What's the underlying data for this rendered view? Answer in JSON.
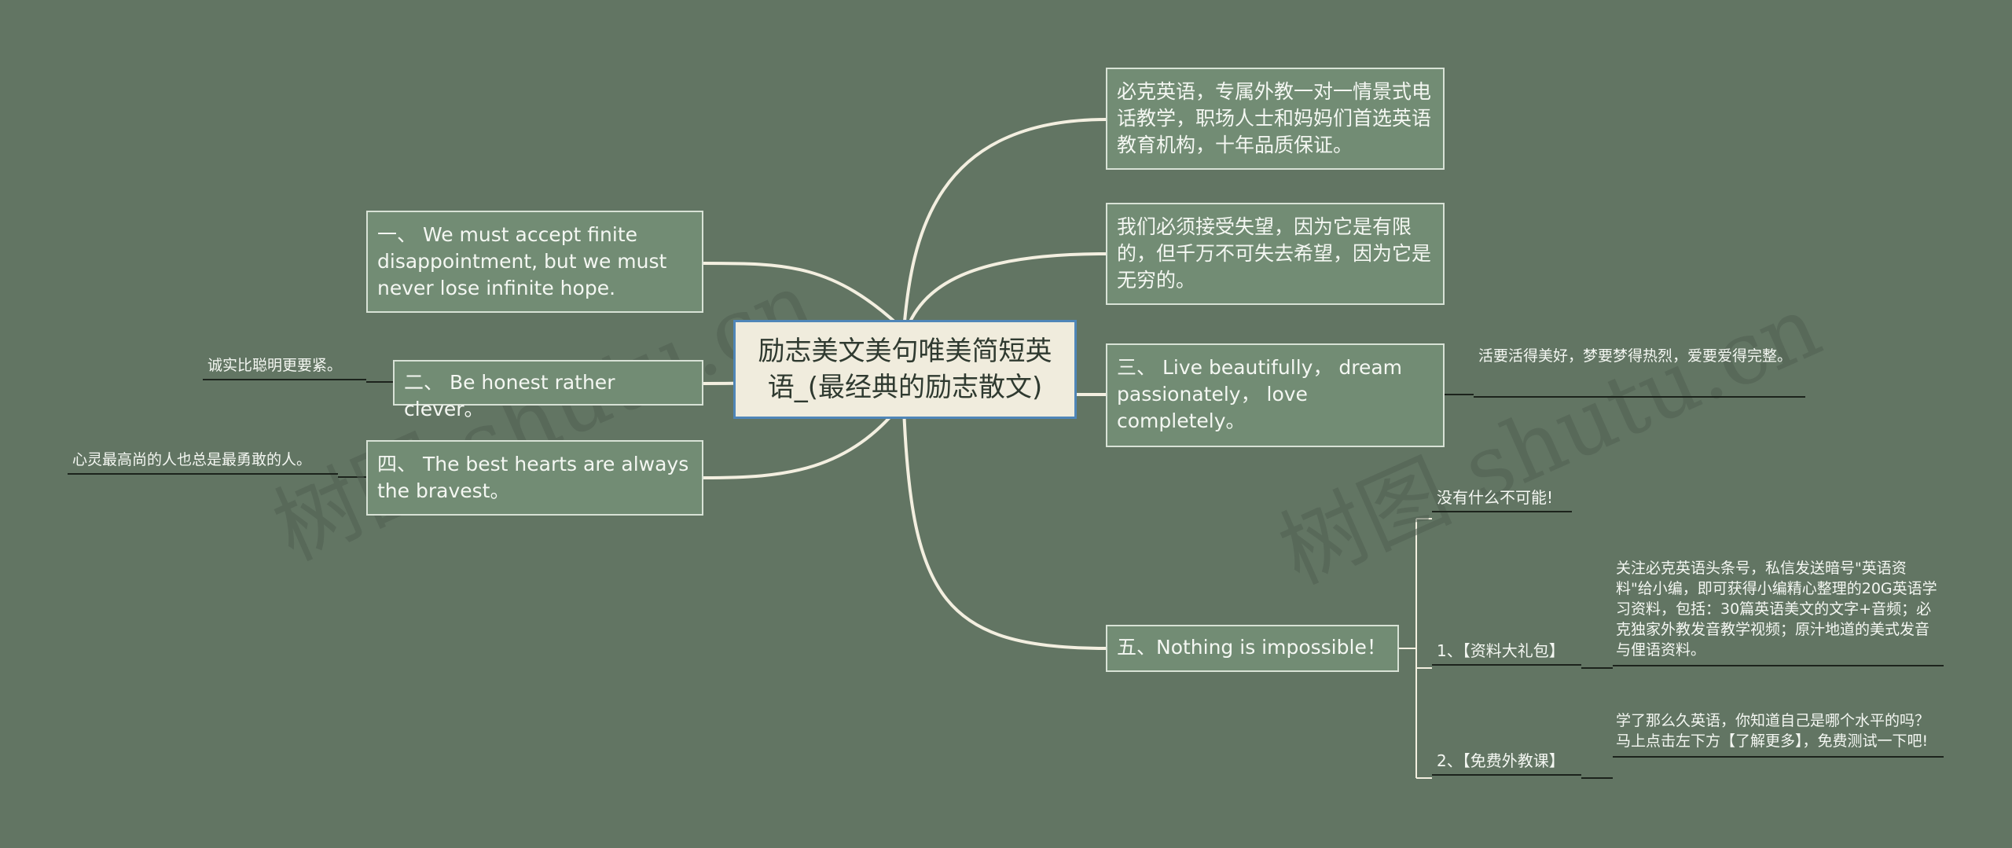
{
  "center": {
    "text": "励志美文美句唯美简短英语_(最经典的励志散文)"
  },
  "left": [
    {
      "text": "一、 We must accept finite disappointment, but we must never lose infinite hope.",
      "leaf": ""
    },
    {
      "text": "二、 Be honest rather clever。",
      "leaf": "诚实比聪明更要紧。"
    },
    {
      "text": "四、 The best hearts are always the bravest。",
      "leaf": "心灵最高尚的人也总是最勇敢的人。"
    }
  ],
  "right": [
    {
      "text": "必克英语，专属外教一对一情景式电话教学，职场人士和妈妈们首选英语教育机构，十年品质保证。"
    },
    {
      "text": "我们必须接受失望，因为它是有限的，但千万不可失去希望，因为它是无穷的。"
    },
    {
      "text": "三、 Live beautifully， dream passionately， love completely。",
      "leaf": "活要活得美好，梦要梦得热烈，爱要爱得完整。"
    },
    {
      "text": "五、Nothing is impossible！",
      "children": [
        {
          "label": "没有什么不可能!"
        },
        {
          "label": "1、【资料大礼包】",
          "desc": "关注必克英语头条号，私信发送暗号\"英语资料\"给小编，即可获得小编精心整理的20G英语学习资料，包括：30篇英语美文的文字+音频；必克独家外教发音教学视频；原汁地道的美式发音与俚语资料。"
        },
        {
          "label": "2、【免费外教课】",
          "desc": "学了那么久英语，你知道自己是哪个水平的吗？马上点击左下方【了解更多】，免费测试一下吧!"
        }
      ]
    }
  ],
  "watermark": "树图 shutu.cn",
  "colors": {
    "background": "#627563",
    "node_fill": "#728c74",
    "node_border": "#d8e2d6",
    "center_fill": "#f0ecdd",
    "center_border": "#4f86b8",
    "connector": "#f3efe0"
  }
}
